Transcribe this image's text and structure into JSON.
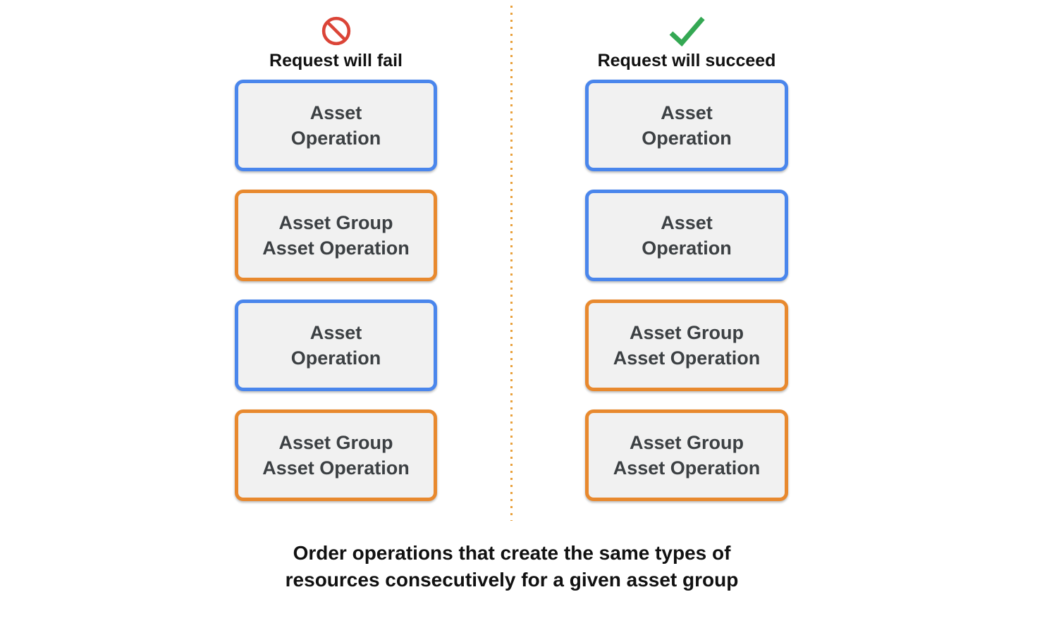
{
  "columns": [
    {
      "id": "fail",
      "icon": "prohibited-icon",
      "header": "Request will fail",
      "boxes": [
        {
          "label": "Asset\nOperation",
          "type": "blue"
        },
        {
          "label": "Asset Group\nAsset Operation",
          "type": "orange"
        },
        {
          "label": "Asset\nOperation",
          "type": "blue"
        },
        {
          "label": "Asset Group\nAsset Operation",
          "type": "orange"
        }
      ]
    },
    {
      "id": "succeed",
      "icon": "checkmark-icon",
      "header": "Request will succeed",
      "boxes": [
        {
          "label": "Asset\nOperation",
          "type": "blue"
        },
        {
          "label": "Asset\nOperation",
          "type": "blue"
        },
        {
          "label": "Asset Group\nAsset Operation",
          "type": "orange"
        },
        {
          "label": "Asset Group\nAsset Operation",
          "type": "orange"
        }
      ]
    }
  ],
  "caption": "Order operations that create the same types of\nresources consecutively for a given asset group",
  "colors": {
    "blue_border": "#4a86ec",
    "orange_border": "#e8892e",
    "box_fill": "#f1f1f1",
    "box_text": "#3c4043",
    "fail_icon_red": "#db4437",
    "success_icon_green": "#34a853",
    "divider_dot": "#e9a13c",
    "heading_text": "#111111",
    "caption_text": "#111111"
  }
}
